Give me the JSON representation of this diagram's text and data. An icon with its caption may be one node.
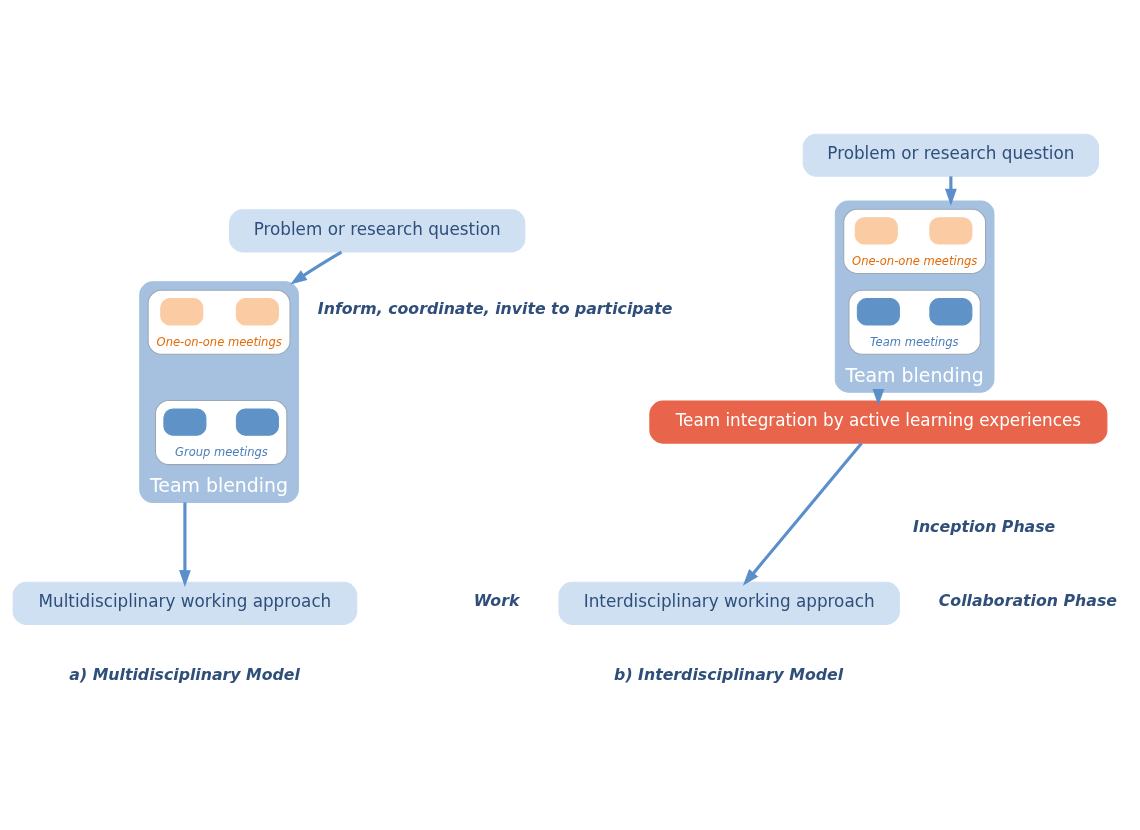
{
  "diagram": {
    "nodes": [
      {
        "text": [
          "Problem or research question"
        ]
      },
      {
        "text": [
          "Team blending"
        ]
      },
      {
        "text": [
          "One-on-one meetings"
        ],
        "in": 1
      },
      {
        "text": [],
        "shape": "box",
        "in": 2
      },
      {
        "text": [],
        "shape": "box",
        "in": 2
      },
      {
        "text": [
          "Group meetings"
        ],
        "in": 1
      },
      {
        "text": [],
        "shape": "box",
        "in": 5
      },
      {
        "text": [],
        "shape": "box",
        "in": 5
      },
      {
        "text": [
          "Multidisciplinary working approach"
        ]
      },
      {
        "text": [
          "Problem or research question"
        ]
      },
      {
        "text": [
          "Team blending"
        ]
      },
      {
        "text": [
          "One-on-one meetings"
        ],
        "in": 10
      },
      {
        "text": [],
        "shape": "box",
        "in": 11
      },
      {
        "text": [],
        "shape": "box",
        "in": 11
      },
      {
        "text": [
          "Team meetings"
        ],
        "in": 10
      },
      {
        "text": [],
        "shape": "box",
        "in": 14
      },
      {
        "text": [],
        "shape": "box",
        "in": 14
      },
      {
        "text": [
          "Team integration by active learning experiences"
        ]
      },
      {
        "text": [
          "Interdisciplinary working approach"
        ]
      }
    ],
    "edges": [
      {
        "from": 0,
        "to": 1,
        "arrow": "to"
      },
      {
        "from": 1,
        "to": 8,
        "arrow": "to"
      },
      {
        "from": 9,
        "to": 10,
        "arrow": "to"
      },
      {
        "from": 10,
        "to": 17,
        "arrow": "to"
      },
      {
        "from": 17,
        "to": 18,
        "arrow": "to"
      }
    ],
    "labels": [
      "Inform, coordinate, invite to participate",
      "Inception Phase",
      "Collaboration Phase",
      "Work",
      "a) Multidisciplinary Model",
      "b) Interdisciplinary Model"
    ]
  }
}
